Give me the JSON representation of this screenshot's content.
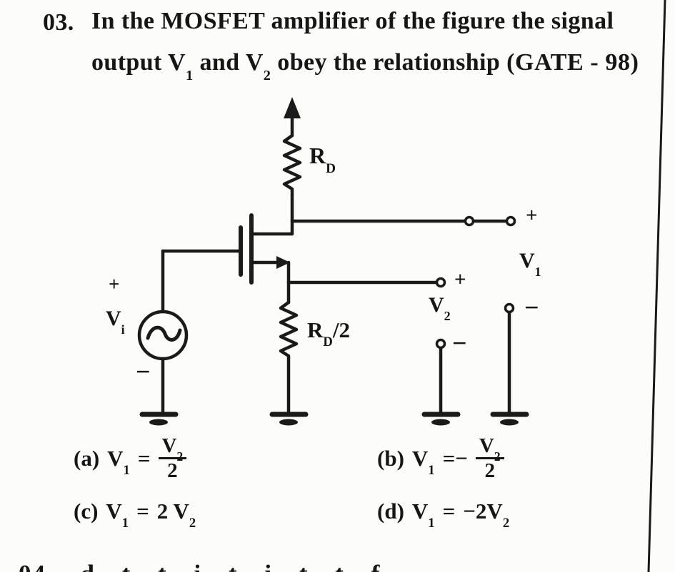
{
  "question": {
    "number": "03.",
    "line1": "In the MOSFET amplifier of the figure the signal",
    "line2_pre": "output V",
    "line2_sub1": "1",
    "line2_mid": " and V",
    "line2_sub2": "2",
    "line2_post": " obey the relationship ",
    "source_tag": "(GATE - 98)"
  },
  "circuit": {
    "supply_resistor": {
      "base": "R",
      "sub": "D"
    },
    "source_resistor": {
      "base": "R",
      "sub": "D",
      "suffix": "/2"
    },
    "input_source": {
      "base": "V",
      "sub": "i",
      "plus": "+",
      "minus": "−"
    },
    "output1": {
      "base": "V",
      "sub": "1",
      "plus": "+",
      "minus": "−"
    },
    "output2": {
      "base": "V",
      "sub": "2",
      "plus": "+",
      "minus": "−"
    }
  },
  "options": {
    "a": {
      "label": "(a)",
      "lhs_base": "V",
      "lhs_sub": "1",
      "eq": "=",
      "num_base": "V",
      "num_sub": "2",
      "den": "2"
    },
    "b": {
      "label": "(b)",
      "lhs_base": "V",
      "lhs_sub": "1",
      "eq": "=",
      "sign": "−",
      "num_base": "V",
      "num_sub": "2",
      "den": "2"
    },
    "c": {
      "label": "(c)",
      "lhs_base": "V",
      "lhs_sub": "1",
      "eq": "=",
      "rhs_pre": "2 V",
      "rhs_sub": "2"
    },
    "d": {
      "label": "(d)",
      "lhs_base": "V",
      "lhs_sub": "1",
      "eq": "=",
      "rhs_pre": "−2V",
      "rhs_sub": "2"
    }
  },
  "bottom_cutoff": {
    "fragment": "04.  d  t      t  i  t   i  t     t  f"
  },
  "colors": {
    "ink": "#1a1a1a",
    "paper": "#fcfcfb"
  }
}
